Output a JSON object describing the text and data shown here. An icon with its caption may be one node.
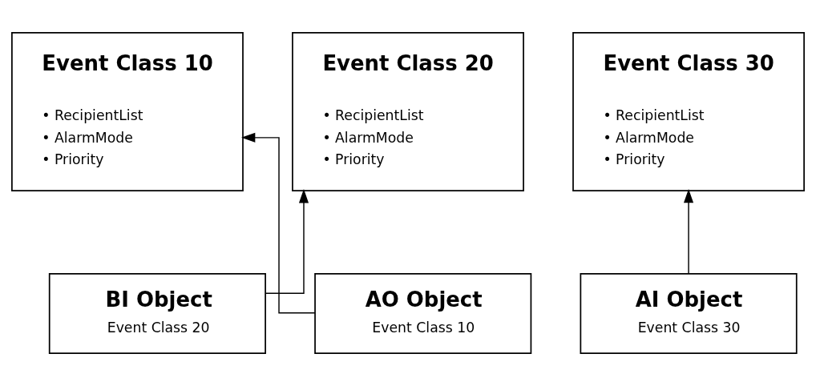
{
  "diagram": {
    "nodes": [
      {
        "text": [
          "Event Class 10",
          "• RecipientList",
          "• AlarmMode",
          "• Priority"
        ]
      },
      {
        "text": [
          "Event Class 20",
          "• RecipientList",
          "• AlarmMode",
          "• Priority"
        ]
      },
      {
        "text": [
          "Event Class 30",
          "• RecipientList",
          "• AlarmMode",
          "• Priority"
        ]
      },
      {
        "text": [
          "BI Object",
          "Event Class 20"
        ]
      },
      {
        "text": [
          "AO Object",
          "Event Class 10"
        ]
      },
      {
        "text": [
          "AI Object",
          "Event Class 30"
        ]
      }
    ],
    "edges": [
      {
        "from": 3,
        "to": 1,
        "arrow": "to"
      },
      {
        "from": 4,
        "to": 0,
        "arrow": "to"
      },
      {
        "from": 5,
        "to": 2,
        "arrow": "to"
      }
    ]
  }
}
